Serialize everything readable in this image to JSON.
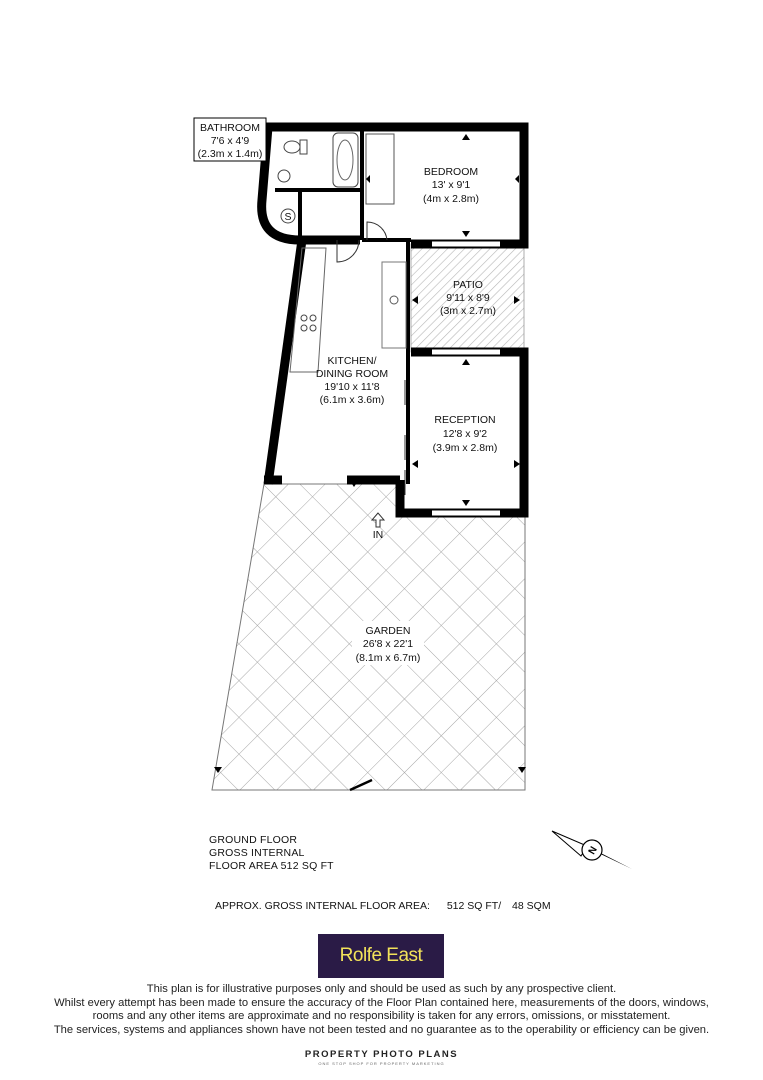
{
  "rooms": {
    "bathroom": {
      "name": "BATHROOM",
      "size_imperial": "7'6 x 4'9",
      "size_metric": "(2.3m x 1.4m)"
    },
    "bedroom": {
      "name": "BEDROOM",
      "size_imperial": "13' x 9'1",
      "size_metric": "(4m x 2.8m)"
    },
    "patio": {
      "name": "PATIO",
      "size_imperial": "9'11 x 8'9",
      "size_metric": "(3m x 2.7m)"
    },
    "kitchen": {
      "name_line1": "KITCHEN/",
      "name_line2": "DINING ROOM",
      "size_imperial": "19'10 x 11'8",
      "size_metric": "(6.1m x 3.6m)"
    },
    "reception": {
      "name": "RECEPTION",
      "size_imperial": "12'8 x 9'2",
      "size_metric": "(3.9m x 2.8m)"
    },
    "garden": {
      "name": "GARDEN",
      "size_imperial": "26'8 x 22'1",
      "size_metric": "(8.1m x 6.7m)"
    }
  },
  "entrance_label": "IN",
  "cupboard_label": "S",
  "compass_label": "N",
  "floor_info": {
    "line1": "GROUND FLOOR",
    "line2": "GROSS INTERNAL",
    "line3": "FLOOR AREA 512 SQ FT"
  },
  "approx_area": {
    "label": "APPROX. GROSS INTERNAL FLOOR AREA:",
    "sq_ft": "512 SQ FT/",
    "sq_m": "48 SQM"
  },
  "logo_text": "Rolfe East",
  "disclaimer": [
    "This plan is for illustrative purposes only and should be used as such by any prospective client.",
    "Whilst every attempt has been made to ensure the accuracy of the Floor Plan contained here, measurements of the doors, windows,",
    "rooms and any other items are approximate and no responsibility is taken for any errors, omissions, or misstatement.",
    "The services, systems and appliances shown have not been tested and no guarantee as to the operability or efficiency can be given."
  ],
  "credit": {
    "name": "PROPERTY PHOTO PLANS",
    "tagline": "ONE STOP SHOP FOR PROPERTY MARKETING"
  },
  "colors": {
    "wall": "#000000",
    "hatch": "#a0a0a0",
    "logo_bg": "#2a1b46",
    "logo_text": "#f2e25a"
  }
}
